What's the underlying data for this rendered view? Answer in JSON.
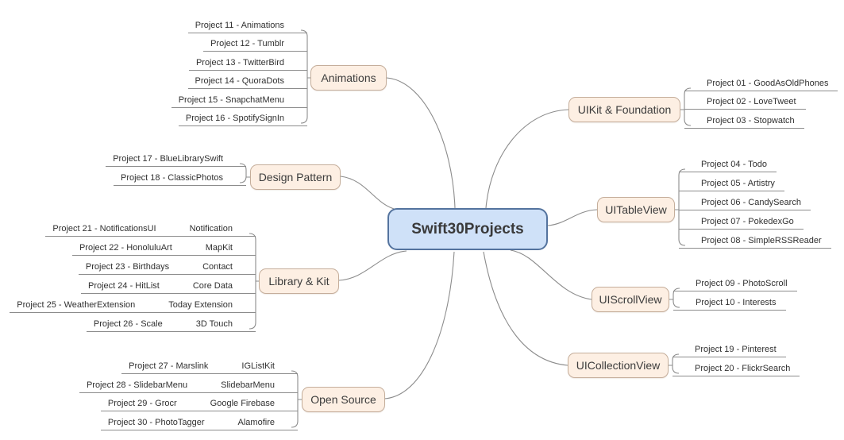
{
  "root": {
    "label": "Swift30Projects"
  },
  "colors": {
    "root_fill": "#cfe1f8",
    "root_border": "#54739e",
    "topic_fill": "#fdefe3",
    "topic_border": "#c5ae9b",
    "line": "#8c8c8c",
    "text": "#3c3c3c"
  },
  "branches": [
    {
      "label": "Animations",
      "side": "left",
      "items": [
        {
          "label": "Project 11 - Animations"
        },
        {
          "label": "Project 12 - Tumblr"
        },
        {
          "label": "Project 13 - TwitterBird"
        },
        {
          "label": "Project 14 - QuoraDots"
        },
        {
          "label": "Project 15 - SnapchatMenu"
        },
        {
          "label": "Project 16 - SpotifySignIn"
        }
      ]
    },
    {
      "label": "Design Pattern",
      "side": "left",
      "items": [
        {
          "label": "Project 17 - BlueLibrarySwift"
        },
        {
          "label": "Project 18 - ClassicPhotos"
        }
      ]
    },
    {
      "label": "Library & Kit",
      "side": "left",
      "items": [
        {
          "label": "Project 21 - NotificationsUI",
          "tag": "Notification"
        },
        {
          "label": "Project 22 - HonoluluArt",
          "tag": "MapKit"
        },
        {
          "label": "Project 23 - Birthdays",
          "tag": "Contact"
        },
        {
          "label": "Project 24 - HitList",
          "tag": "Core Data"
        },
        {
          "label": "Project 25 - WeatherExtension",
          "tag": "Today Extension"
        },
        {
          "label": "Project 26 - Scale",
          "tag": "3D Touch"
        }
      ]
    },
    {
      "label": "Open Source",
      "side": "left",
      "items": [
        {
          "label": "Project 27 - Marslink",
          "tag": "IGListKit"
        },
        {
          "label": "Project 28 - SlidebarMenu",
          "tag": "SlidebarMenu"
        },
        {
          "label": "Project 29 - Grocr",
          "tag": "Google Firebase"
        },
        {
          "label": "Project 30 - PhotoTagger",
          "tag": "Alamofire"
        }
      ]
    },
    {
      "label": "UIKit & Foundation",
      "side": "right",
      "items": [
        {
          "label": "Project 01 - GoodAsOldPhones"
        },
        {
          "label": "Project 02 - LoveTweet"
        },
        {
          "label": "Project 03 - Stopwatch"
        }
      ]
    },
    {
      "label": "UITableView",
      "side": "right",
      "items": [
        {
          "label": "Project 04 - Todo"
        },
        {
          "label": "Project 05 - Artistry"
        },
        {
          "label": "Project 06 - CandySearch"
        },
        {
          "label": "Project 07 - PokedexGo"
        },
        {
          "label": "Project 08 - SimpleRSSReader"
        }
      ]
    },
    {
      "label": "UIScrollView",
      "side": "right",
      "items": [
        {
          "label": "Project 09 - PhotoScroll"
        },
        {
          "label": "Project 10 - Interests"
        }
      ]
    },
    {
      "label": "UICollectionView",
      "side": "right",
      "items": [
        {
          "label": "Project 19 - Pinterest"
        },
        {
          "label": "Project 20 - FlickrSearch"
        }
      ]
    }
  ]
}
